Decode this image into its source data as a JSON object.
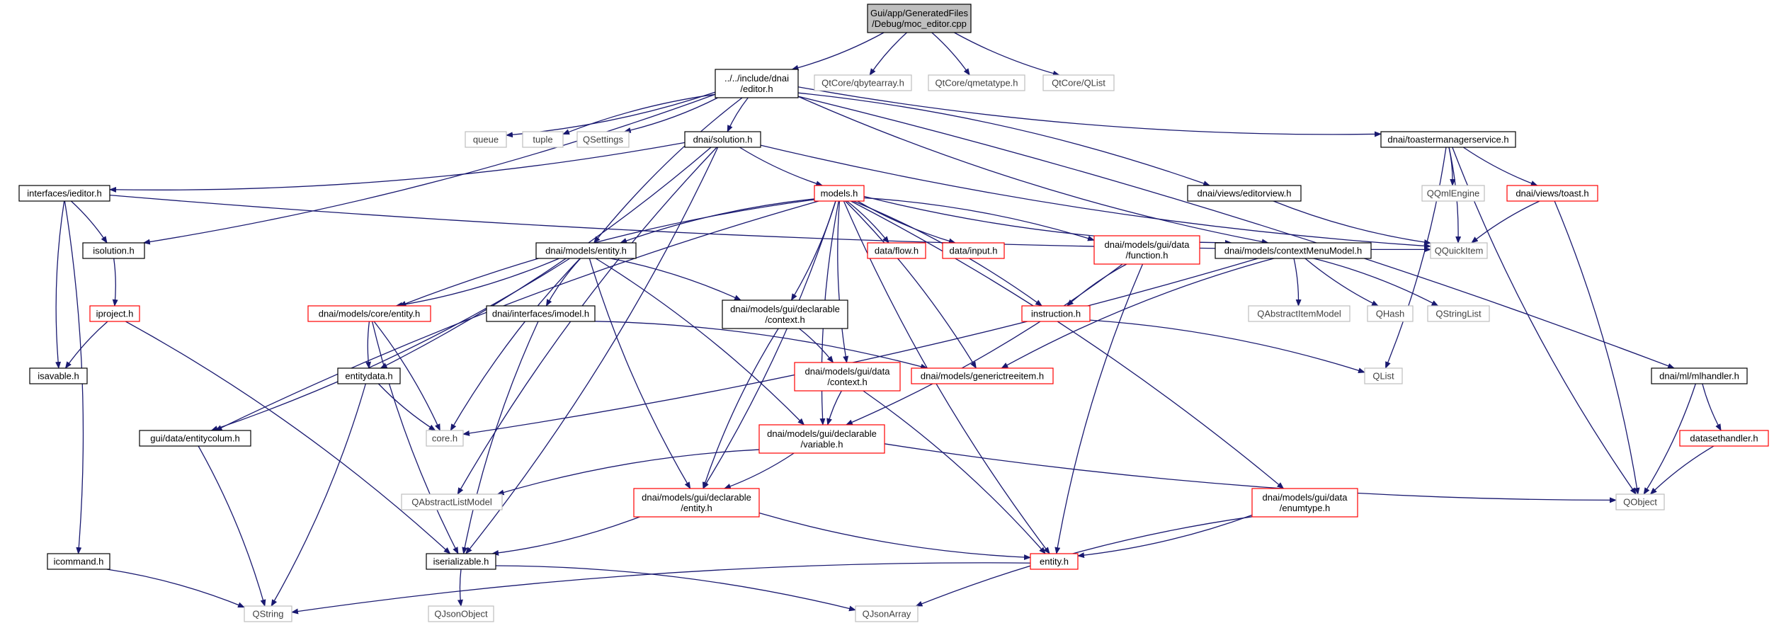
{
  "diagram": {
    "colors": {
      "edge": "#191970",
      "border_solid": "#000000",
      "border_missing": "#bfbfbf",
      "border_truncated": "#ff0000",
      "fill_root": "#bfbfbf",
      "fill_default": "#ffffff",
      "text_default": "#000000",
      "text_missing": "#404040"
    },
    "nodes": [
      {
        "id": "root",
        "lines": [
          "Gui/app/GeneratedFiles",
          "/Debug/moc_editor.cpp"
        ],
        "style": "root"
      },
      {
        "id": "editor_h",
        "lines": [
          "../../include/dnai",
          "/editor.h"
        ],
        "style": "solid"
      },
      {
        "id": "qbytearray",
        "lines": [
          "QtCore/qbytearray.h"
        ],
        "style": "missing"
      },
      {
        "id": "qmetatype",
        "lines": [
          "QtCore/qmetatype.h"
        ],
        "style": "missing"
      },
      {
        "id": "qtcore_qlist",
        "lines": [
          "QtCore/QList"
        ],
        "style": "missing"
      },
      {
        "id": "queue",
        "lines": [
          "queue"
        ],
        "style": "missing"
      },
      {
        "id": "tuple",
        "lines": [
          "tuple"
        ],
        "style": "missing"
      },
      {
        "id": "qsettings",
        "lines": [
          "QSettings"
        ],
        "style": "missing"
      },
      {
        "id": "solution_h",
        "lines": [
          "dnai/solution.h"
        ],
        "style": "solid"
      },
      {
        "id": "toastermanager",
        "lines": [
          "dnai/toastermanagerservice.h"
        ],
        "style": "solid"
      },
      {
        "id": "ieditor",
        "lines": [
          "interfaces/ieditor.h"
        ],
        "style": "solid"
      },
      {
        "id": "models_h",
        "lines": [
          "models.h"
        ],
        "style": "truncated"
      },
      {
        "id": "editorview",
        "lines": [
          "dnai/views/editorview.h"
        ],
        "style": "solid"
      },
      {
        "id": "qqmlengine",
        "lines": [
          "QQmlEngine"
        ],
        "style": "missing"
      },
      {
        "id": "toast_h",
        "lines": [
          "dnai/views/toast.h"
        ],
        "style": "truncated"
      },
      {
        "id": "isolution",
        "lines": [
          "isolution.h"
        ],
        "style": "solid"
      },
      {
        "id": "models_entity",
        "lines": [
          "dnai/models/entity.h"
        ],
        "style": "solid"
      },
      {
        "id": "data_flow",
        "lines": [
          "data/flow.h"
        ],
        "style": "truncated"
      },
      {
        "id": "data_input",
        "lines": [
          "data/input.h"
        ],
        "style": "truncated"
      },
      {
        "id": "gui_data_function",
        "lines": [
          "dnai/models/gui/data",
          "/function.h"
        ],
        "style": "truncated"
      },
      {
        "id": "contextmenumodel",
        "lines": [
          "dnai/models/contextMenuModel.h"
        ],
        "style": "solid"
      },
      {
        "id": "qquickitem",
        "lines": [
          "QQuickItem"
        ],
        "style": "missing"
      },
      {
        "id": "iproject",
        "lines": [
          "iproject.h"
        ],
        "style": "truncated"
      },
      {
        "id": "core_entity",
        "lines": [
          "dnai/models/core/entity.h"
        ],
        "style": "truncated"
      },
      {
        "id": "imodel",
        "lines": [
          "dnai/interfaces/imodel.h"
        ],
        "style": "solid"
      },
      {
        "id": "gui_decl_context",
        "lines": [
          "dnai/models/gui/declarable",
          "/context.h"
        ],
        "style": "solid"
      },
      {
        "id": "instruction_h",
        "lines": [
          "instruction.h"
        ],
        "style": "truncated"
      },
      {
        "id": "qabstractitemmodel",
        "lines": [
          "QAbstractItemModel"
        ],
        "style": "missing"
      },
      {
        "id": "qhash",
        "lines": [
          "QHash"
        ],
        "style": "missing"
      },
      {
        "id": "qstringlist",
        "lines": [
          "QStringList"
        ],
        "style": "missing"
      },
      {
        "id": "isavable",
        "lines": [
          "isavable.h"
        ],
        "style": "solid"
      },
      {
        "id": "entitydata",
        "lines": [
          "entitydata.h"
        ],
        "style": "solid"
      },
      {
        "id": "gui_data_context",
        "lines": [
          "dnai/models/gui/data",
          "/context.h"
        ],
        "style": "truncated"
      },
      {
        "id": "generictreeitem",
        "lines": [
          "dnai/models/generictreeitem.h"
        ],
        "style": "truncated"
      },
      {
        "id": "qlist",
        "lines": [
          "QList"
        ],
        "style": "missing"
      },
      {
        "id": "mlhandler",
        "lines": [
          "dnai/ml/mlhandler.h"
        ],
        "style": "solid"
      },
      {
        "id": "entitycolum",
        "lines": [
          "gui/data/entitycolum.h"
        ],
        "style": "solid"
      },
      {
        "id": "core_h",
        "lines": [
          "core.h"
        ],
        "style": "missing"
      },
      {
        "id": "gui_decl_variable",
        "lines": [
          "dnai/models/gui/declarable",
          "/variable.h"
        ],
        "style": "truncated"
      },
      {
        "id": "datasethandler",
        "lines": [
          "datasethandler.h"
        ],
        "style": "truncated"
      },
      {
        "id": "qabstractlistmodel",
        "lines": [
          "QAbstractListModel"
        ],
        "style": "missing"
      },
      {
        "id": "gui_decl_entity",
        "lines": [
          "dnai/models/gui/declarable",
          "/entity.h"
        ],
        "style": "truncated"
      },
      {
        "id": "gui_data_enumtype",
        "lines": [
          "dnai/models/gui/data",
          "/enumtype.h"
        ],
        "style": "truncated"
      },
      {
        "id": "qobject",
        "lines": [
          "QObject"
        ],
        "style": "missing"
      },
      {
        "id": "icommand",
        "lines": [
          "icommand.h"
        ],
        "style": "solid"
      },
      {
        "id": "iserializable",
        "lines": [
          "iserializable.h"
        ],
        "style": "solid"
      },
      {
        "id": "entity_h",
        "lines": [
          "entity.h"
        ],
        "style": "truncated"
      },
      {
        "id": "qstring",
        "lines": [
          "QString"
        ],
        "style": "missing"
      },
      {
        "id": "qjsonobject",
        "lines": [
          "QJsonObject"
        ],
        "style": "missing"
      },
      {
        "id": "qjsonarray",
        "lines": [
          "QJsonArray"
        ],
        "style": "missing"
      }
    ],
    "edges": [
      [
        "root",
        "editor_h"
      ],
      [
        "root",
        "qbytearray"
      ],
      [
        "root",
        "qmetatype"
      ],
      [
        "root",
        "qtcore_qlist"
      ],
      [
        "editor_h",
        "queue"
      ],
      [
        "editor_h",
        "tuple"
      ],
      [
        "editor_h",
        "qsettings"
      ],
      [
        "editor_h",
        "solution_h"
      ],
      [
        "editor_h",
        "isolution"
      ],
      [
        "editor_h",
        "toastermanager"
      ],
      [
        "editor_h",
        "editorview"
      ],
      [
        "editor_h",
        "contextmenumodel"
      ],
      [
        "editor_h",
        "mlhandler"
      ],
      [
        "editor_h",
        "models_entity"
      ],
      [
        "solution_h",
        "ieditor"
      ],
      [
        "solution_h",
        "models_h"
      ],
      [
        "solution_h",
        "iserializable"
      ],
      [
        "solution_h",
        "qquickitem"
      ],
      [
        "solution_h",
        "entitydata"
      ],
      [
        "solution_h",
        "qabstractlistmodel"
      ],
      [
        "toastermanager",
        "qqmlengine"
      ],
      [
        "toastermanager",
        "toast_h"
      ],
      [
        "toastermanager",
        "qquickitem"
      ],
      [
        "toastermanager",
        "qobject"
      ],
      [
        "toastermanager",
        "qlist"
      ],
      [
        "toast_h",
        "qquickitem"
      ],
      [
        "toast_h",
        "qobject"
      ],
      [
        "editorview",
        "qquickitem"
      ],
      [
        "ieditor",
        "isolution"
      ],
      [
        "ieditor",
        "isavable"
      ],
      [
        "ieditor",
        "icommand"
      ],
      [
        "ieditor",
        "qquickitem"
      ],
      [
        "isolution",
        "iproject"
      ],
      [
        "iproject",
        "isavable"
      ],
      [
        "iproject",
        "iserializable"
      ],
      [
        "models_h",
        "models_entity"
      ],
      [
        "models_h",
        "data_flow"
      ],
      [
        "models_h",
        "data_input"
      ],
      [
        "models_h",
        "gui_data_function"
      ],
      [
        "models_h",
        "contextmenumodel"
      ],
      [
        "models_h",
        "instruction_h"
      ],
      [
        "models_h",
        "core_entity"
      ],
      [
        "models_h",
        "gui_decl_context"
      ],
      [
        "models_h",
        "gui_data_context"
      ],
      [
        "models_h",
        "generictreeitem"
      ],
      [
        "models_h",
        "gui_decl_variable"
      ],
      [
        "models_h",
        "gui_decl_entity"
      ],
      [
        "models_h",
        "entity_h"
      ],
      [
        "models_h",
        "gui_data_enumtype"
      ],
      [
        "models_h",
        "entitycolum"
      ],
      [
        "models_entity",
        "core_entity"
      ],
      [
        "models_entity",
        "imodel"
      ],
      [
        "models_entity",
        "gui_decl_context"
      ],
      [
        "models_entity",
        "core_h"
      ],
      [
        "models_entity",
        "gui_decl_variable"
      ],
      [
        "models_entity",
        "gui_decl_entity"
      ],
      [
        "models_entity",
        "entitycolum"
      ],
      [
        "gui_data_function",
        "instruction_h"
      ],
      [
        "gui_data_function",
        "gui_decl_variable"
      ],
      [
        "gui_data_function",
        "entity_h"
      ],
      [
        "contextmenumodel",
        "qabstractitemmodel"
      ],
      [
        "contextmenumodel",
        "qhash"
      ],
      [
        "contextmenumodel",
        "qstringlist"
      ],
      [
        "contextmenumodel",
        "generictreeitem"
      ],
      [
        "contextmenumodel",
        "core_h"
      ],
      [
        "core_entity",
        "entitydata"
      ],
      [
        "core_entity",
        "core_h"
      ],
      [
        "core_entity",
        "iserializable"
      ],
      [
        "imodel",
        "generictreeitem"
      ],
      [
        "imodel",
        "iserializable"
      ],
      [
        "gui_decl_context",
        "gui_data_context"
      ],
      [
        "gui_decl_context",
        "gui_decl_entity"
      ],
      [
        "instruction_h",
        "qlist"
      ],
      [
        "entitydata",
        "core_h"
      ],
      [
        "entitydata",
        "qstring"
      ],
      [
        "gui_data_context",
        "gui_decl_variable"
      ],
      [
        "gui_data_context",
        "entity_h"
      ],
      [
        "mlhandler",
        "datasethandler"
      ],
      [
        "mlhandler",
        "qobject"
      ],
      [
        "datasethandler",
        "qobject"
      ],
      [
        "entitycolum",
        "qstring"
      ],
      [
        "gui_decl_variable",
        "qabstractlistmodel"
      ],
      [
        "gui_decl_variable",
        "gui_decl_entity"
      ],
      [
        "gui_decl_variable",
        "qobject"
      ],
      [
        "gui_decl_entity",
        "iserializable"
      ],
      [
        "gui_decl_entity",
        "entity_h"
      ],
      [
        "gui_data_enumtype",
        "entity_h"
      ],
      [
        "gui_data_enumtype",
        "qjsonarray"
      ],
      [
        "icommand",
        "qstring"
      ],
      [
        "iserializable",
        "qjsonobject"
      ],
      [
        "iserializable",
        "qjsonarray"
      ],
      [
        "entity_h",
        "qstring"
      ]
    ]
  }
}
